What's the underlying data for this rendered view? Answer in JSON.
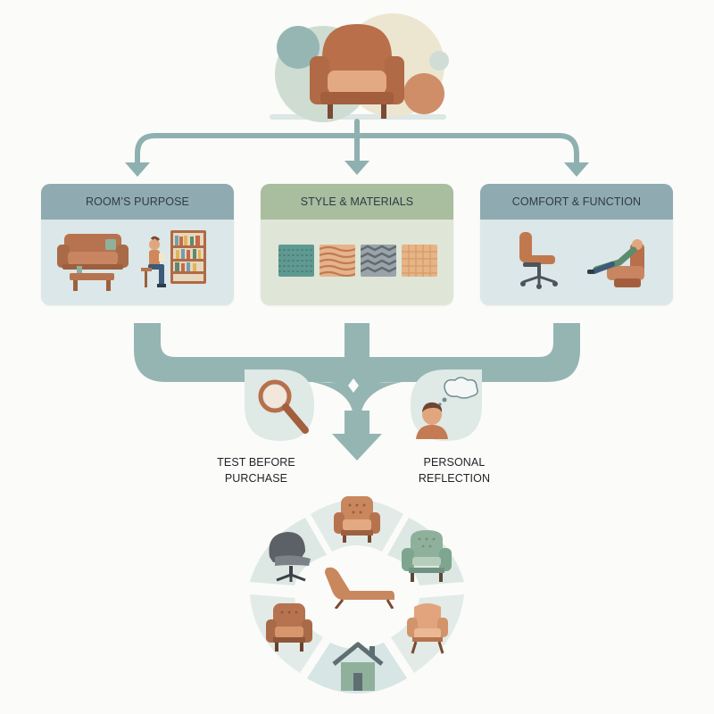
{
  "colors": {
    "teal": "#91b3b2",
    "blue_header": "#8faab0",
    "green_header": "#a9bea0",
    "panel_blue": "#dbe7e8",
    "panel_green": "#dfe6d8",
    "sofa": "#b9754f",
    "background": "#fbfbf9"
  },
  "top_icon": {
    "name": "armchair-icon"
  },
  "cards": [
    {
      "title": "ROOM’S PURPOSE",
      "icons": [
        "sofa-icon",
        "coffee-table-icon",
        "reading-person-icon",
        "bookshelf-icon"
      ]
    },
    {
      "title": "STYLE & MATERIALS",
      "icons": [
        "teal-fabric-swatch",
        "woven-fabric-swatch",
        "chevron-fabric-swatch",
        "tan-fabric-swatch"
      ]
    },
    {
      "title": "COMFORT & FUNCTION",
      "icons": [
        "office-chair-icon",
        "recliner-person-icon"
      ]
    }
  ],
  "considerations": [
    {
      "label_lines": [
        "TEST BEFORE",
        "PURCHASE"
      ],
      "icon": "magnifier-icon"
    },
    {
      "label_lines": [
        "PERSONAL",
        "REFLECTION"
      ],
      "icon": "thinking-person-icon"
    }
  ],
  "outcome_segments": [
    "tufted-armchair-icon",
    "wingback-chair-icon",
    "armchair-icon",
    "accent-chair-icon",
    "house-icon",
    "swivel-chair-icon"
  ],
  "outcome_center": "chaise-lounge-icon"
}
